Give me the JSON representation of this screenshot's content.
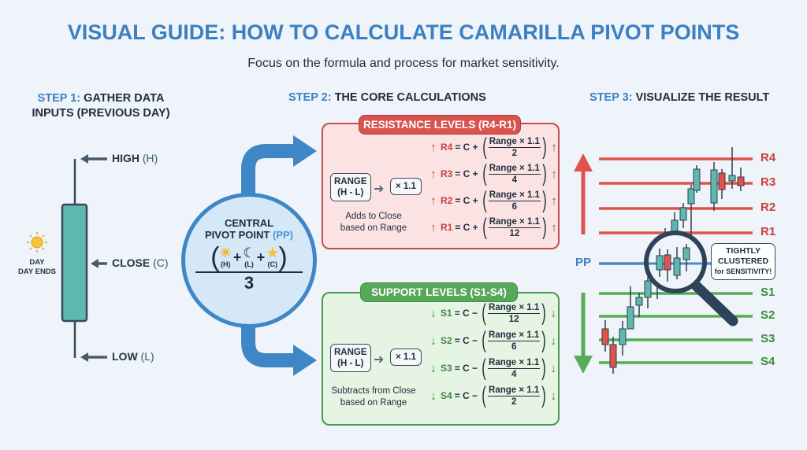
{
  "title": "VISUAL GUIDE: HOW TO CALCULATE CAMARILLA PIVOT POINTS",
  "subtitle": "Focus on the formula and process for market sensitivity.",
  "colors": {
    "accent": "#3b80c3",
    "resistance": "#d9534f",
    "support": "#4c9a4f",
    "candle_body": "#5fb8b0"
  },
  "step1": {
    "num": "STEP 1:",
    "text_line1": "GATHER DATA",
    "text_line2": "INPUTS (PREVIOUS DAY)",
    "high": "HIGH",
    "high_sym": "(H)",
    "close": "CLOSE",
    "close_sym": "(C)",
    "low": "LOW",
    "low_sym": "(L)",
    "day": "DAY",
    "day_ends": "DAY ENDS",
    "day_icon": "sun-icon"
  },
  "step2": {
    "num": "STEP 2:",
    "text": "THE CORE CALCULATIONS",
    "pp": {
      "line1": "CENTRAL",
      "line2": "PIVOT POINT",
      "abbr": "(PP)",
      "h": "(H)",
      "l": "(L)",
      "c": "(C)",
      "plus": "+",
      "divisor": "3",
      "icons": [
        "sun-icon",
        "moon-icon",
        "star-icon"
      ]
    },
    "resistance": {
      "title": "RESISTANCE LEVELS (R4-R1)",
      "range": "RANGE",
      "range_sub": "(H - L)",
      "mult": "× 1.1",
      "note1": "Adds to Close",
      "note2": "based on Range",
      "rows": [
        {
          "name": "R4",
          "op": "= C +",
          "num": "Range × 1.1",
          "den": "2"
        },
        {
          "name": "R3",
          "op": "= C +",
          "num": "Range × 1.1",
          "den": "4"
        },
        {
          "name": "R2",
          "op": "= C +",
          "num": "Range × 1.1",
          "den": "6"
        },
        {
          "name": "R1",
          "op": "= C +",
          "num": "Range × 1.1",
          "den": "12"
        }
      ]
    },
    "support": {
      "title": "SUPPORT LEVELS (S1-S4)",
      "range": "RANGE",
      "range_sub": "(H - L)",
      "mult": "× 1.1",
      "note1": "Subtracts from Close",
      "note2": "based on Range",
      "rows": [
        {
          "name": "S1",
          "op": "= C −",
          "num": "Range × 1.1",
          "den": "12"
        },
        {
          "name": "S2",
          "op": "= C −",
          "num": "Range × 1.1",
          "den": "6"
        },
        {
          "name": "S3",
          "op": "= C −",
          "num": "Range × 1.1",
          "den": "4"
        },
        {
          "name": "S4",
          "op": "= C −",
          "num": "Range × 1.1",
          "den": "2"
        }
      ]
    }
  },
  "step3": {
    "num": "STEP 3:",
    "text": "VISUALIZE THE RESULT",
    "levels": [
      "R4",
      "R3",
      "R2",
      "R1",
      "PP",
      "S1",
      "S2",
      "S3",
      "S4"
    ],
    "callout1": "TIGHTLY",
    "callout2": "CLUSTERED",
    "callout3": "for SENSITIVITY!"
  }
}
